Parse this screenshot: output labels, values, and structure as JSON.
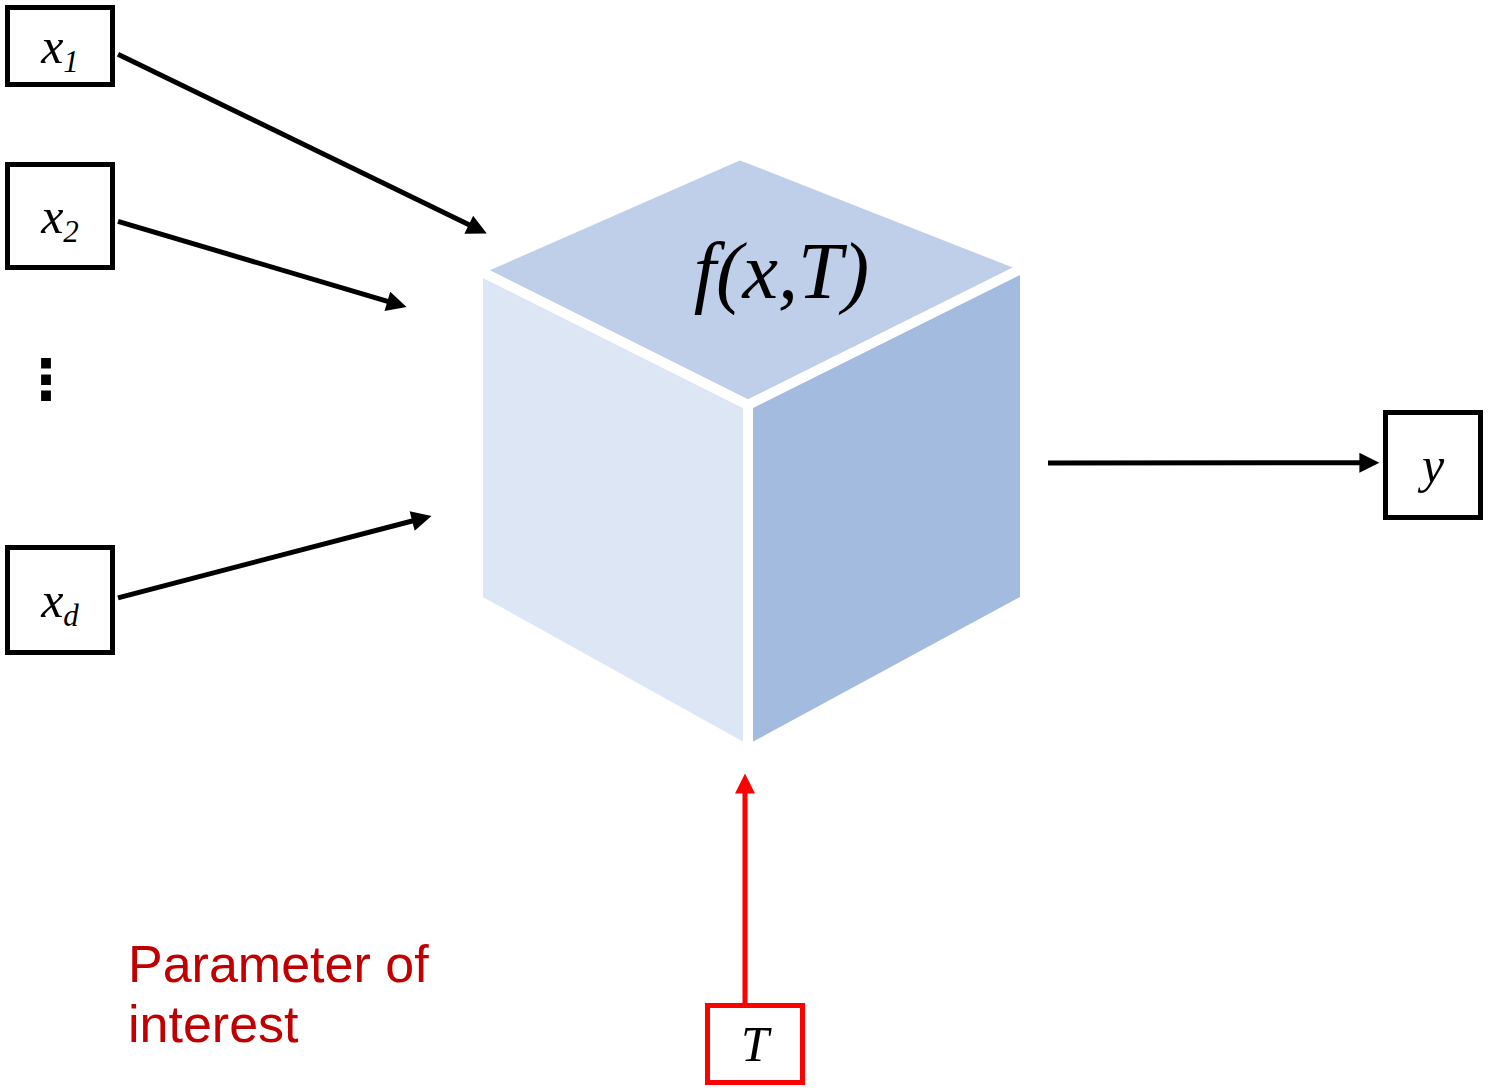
{
  "diagram": {
    "nodes": [
      {
        "text": [
          "x1"
        ]
      },
      {
        "text": [
          "x2"
        ]
      },
      {
        "text": [
          "xd"
        ]
      },
      {
        "text": [
          "f(x,T)"
        ]
      },
      {
        "text": [
          "y"
        ]
      },
      {
        "text": [
          "T"
        ]
      }
    ],
    "edges": [
      {
        "from": 0,
        "to": 3,
        "arrow": "to"
      },
      {
        "from": 1,
        "to": 3,
        "arrow": "to"
      },
      {
        "from": 2,
        "to": 3,
        "arrow": "to"
      },
      {
        "from": 3,
        "to": 4,
        "arrow": "to"
      },
      {
        "from": 5,
        "to": 3,
        "arrow": "to"
      }
    ],
    "labels": [
      "⋮",
      "Parameter of interest"
    ]
  }
}
